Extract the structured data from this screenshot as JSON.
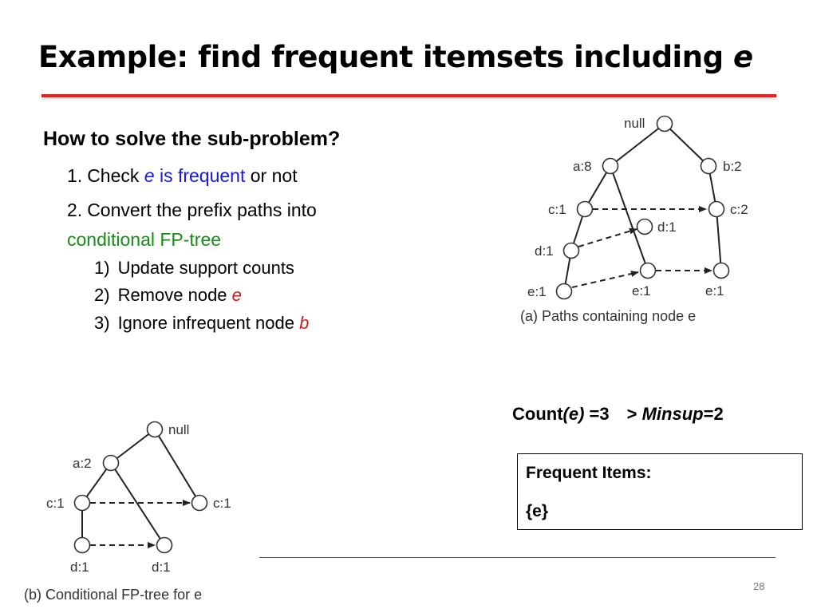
{
  "slide": {
    "title_main": "Example: find frequent itemsets including ",
    "title_item": "e",
    "page_number": "28"
  },
  "body": {
    "heading": "How to solve the sub-problem?",
    "step1": {
      "num": "1.",
      "pre": "Check ",
      "item": "e",
      "frequent": " is frequent",
      "post": " or not"
    },
    "step2": {
      "num": "2.",
      "text": "Convert the prefix paths into",
      "highlight": "conditional FP-tree"
    },
    "substeps": [
      {
        "num": "1)",
        "text": "Update support counts",
        "item": ""
      },
      {
        "num": "2)",
        "text": "Remove node ",
        "item": "e"
      },
      {
        "num": "3)",
        "text": "Ignore infrequent node ",
        "item": "b"
      }
    ]
  },
  "count_line": {
    "pre": "Count",
    "item": "(e)",
    "eq": " =3",
    "gt": "> ",
    "minsup": "Minsup",
    "minsup_val": "=2"
  },
  "frequent_box": {
    "label": "Frequent Items:",
    "value": "{e}"
  },
  "diagram_a": {
    "caption": "(a) Paths containing node e",
    "nodes": [
      "null",
      "a:8",
      "b:2",
      "c:1",
      "c:2",
      "d:1",
      "d:1",
      "e:1",
      "e:1",
      "e:1"
    ]
  },
  "diagram_b": {
    "caption": "(b) Conditional FP-tree for e",
    "nodes": [
      "null",
      "a:2",
      "c:1",
      "c:1",
      "d:1",
      "d:1"
    ]
  },
  "colors": {
    "title_rule": "#e02222",
    "frequent": "#1a1adb",
    "conditional": "#1a8a1a",
    "item": "#c81e1e"
  }
}
